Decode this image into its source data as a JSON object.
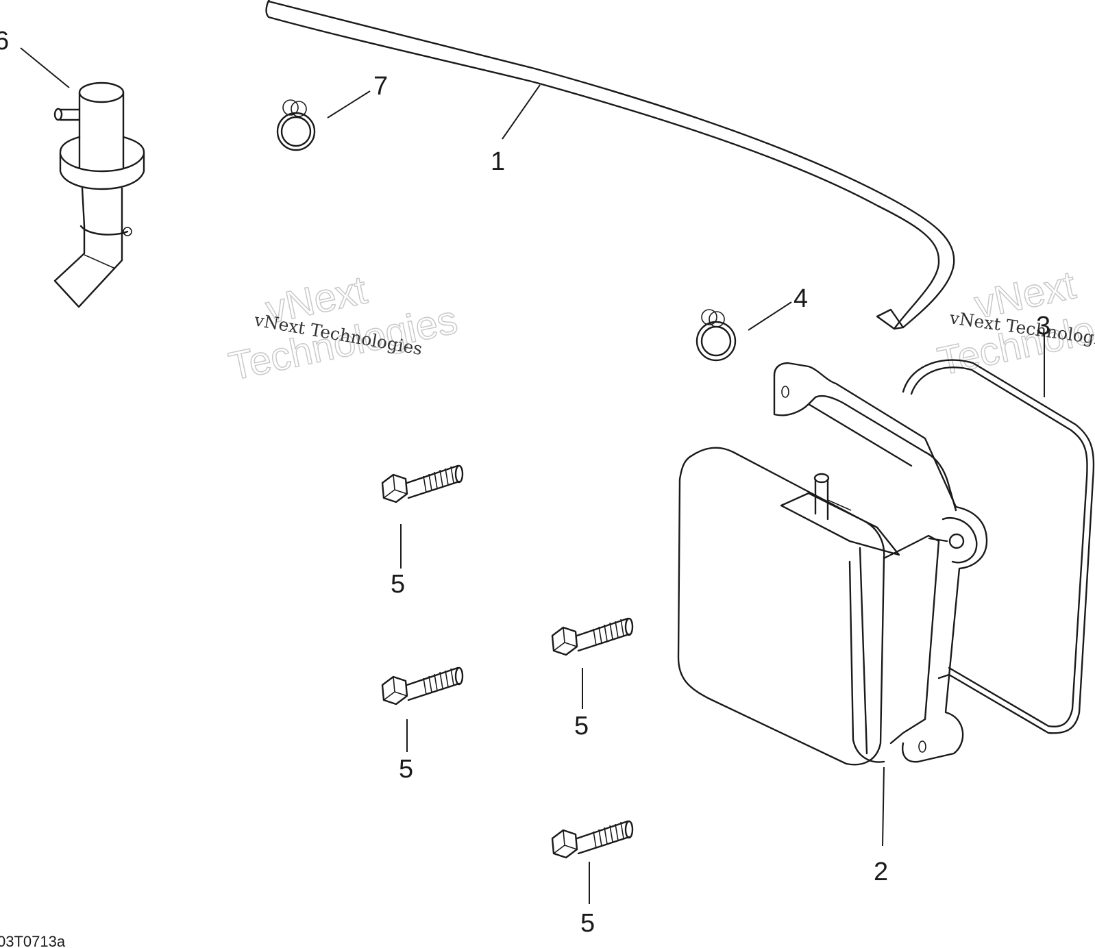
{
  "diagram": {
    "callouts": {
      "c1": "1",
      "c2": "2",
      "c3": "3",
      "c4": "4",
      "c5a": "5",
      "c5b": "5",
      "c5c": "5",
      "c5d": "5",
      "c6": "6",
      "c7": "7"
    },
    "watermark": {
      "small": "vNext Technologies",
      "big_line1": "vNext",
      "big_line2": "Technologies"
    },
    "figure_ref": "03T0713a"
  }
}
